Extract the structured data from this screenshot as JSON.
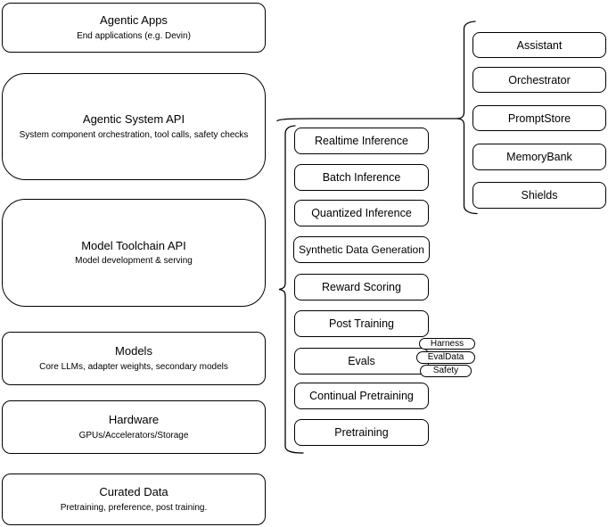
{
  "colors": {
    "background": "#ffffff",
    "node_fill": "#ffffff",
    "stroke": "#000000",
    "text": "#000000"
  },
  "stack": {
    "items": [
      {
        "title": "Agentic Apps",
        "subtitle": "End applications (e.g. Devin)"
      },
      {
        "title": "Agentic System API",
        "subtitle": "System component orchestration, tool calls, safety checks"
      },
      {
        "title": "Model Toolchain API",
        "subtitle": "Model development & serving"
      },
      {
        "title": "Models",
        "subtitle": "Core LLMs, adapter weights, secondary models"
      },
      {
        "title": "Hardware",
        "subtitle": "GPUs/Accelerators/Storage"
      },
      {
        "title": "Curated Data",
        "subtitle": "Pretraining, preference, post training."
      }
    ]
  },
  "toolchain": {
    "items": [
      "Realtime Inference",
      "Batch Inference",
      "Quantized Inference",
      "Synthetic Data Generation",
      "Reward Scoring",
      "Post Training",
      "Evals",
      "Continual Pretraining",
      "Pretraining"
    ]
  },
  "eval_tags": {
    "items": [
      "Harness",
      "EvalData",
      "Safety"
    ]
  },
  "system_components": {
    "items": [
      "Assistant",
      "Orchestrator",
      "PromptStore",
      "MemoryBank",
      "Shields"
    ]
  }
}
